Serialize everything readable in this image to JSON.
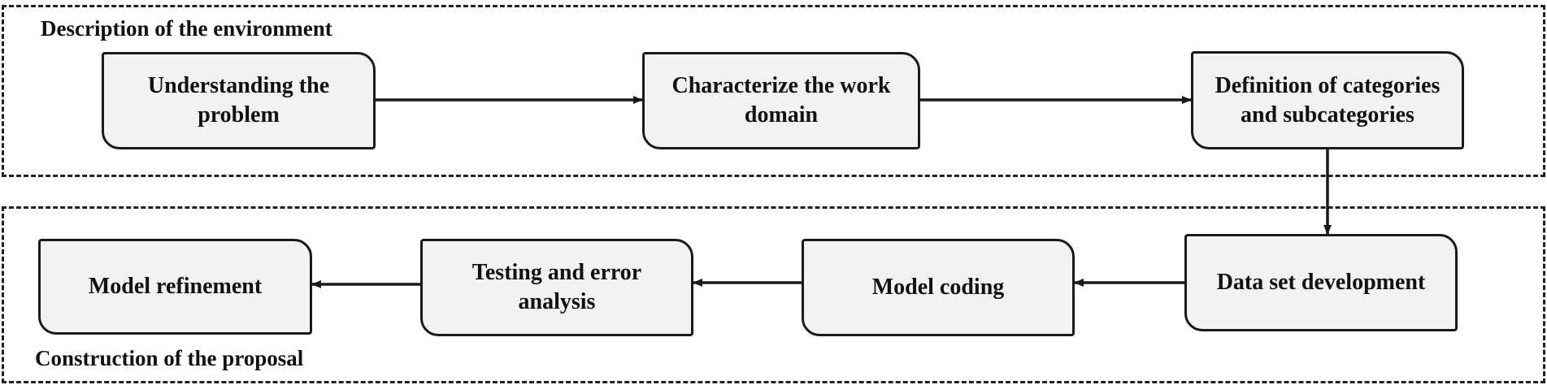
{
  "sections": {
    "top_label": "Description of the environment",
    "bottom_label": "Construction of the proposal"
  },
  "nodes": {
    "understanding": "Understanding the problem",
    "characterize": "Characterize the work domain",
    "definition": "Definition of categories and subcategories",
    "dataset": "Data set development",
    "coding": "Model coding",
    "testing": "Testing and error analysis",
    "refinement": "Model refinement"
  },
  "edges": [
    {
      "from": "understanding",
      "to": "characterize"
    },
    {
      "from": "characterize",
      "to": "definition"
    },
    {
      "from": "definition",
      "to": "dataset"
    },
    {
      "from": "dataset",
      "to": "coding"
    },
    {
      "from": "coding",
      "to": "testing"
    },
    {
      "from": "testing",
      "to": "refinement"
    }
  ],
  "colors": {
    "node_fill": "#f2f2f2",
    "stroke": "#1a1a1a"
  }
}
